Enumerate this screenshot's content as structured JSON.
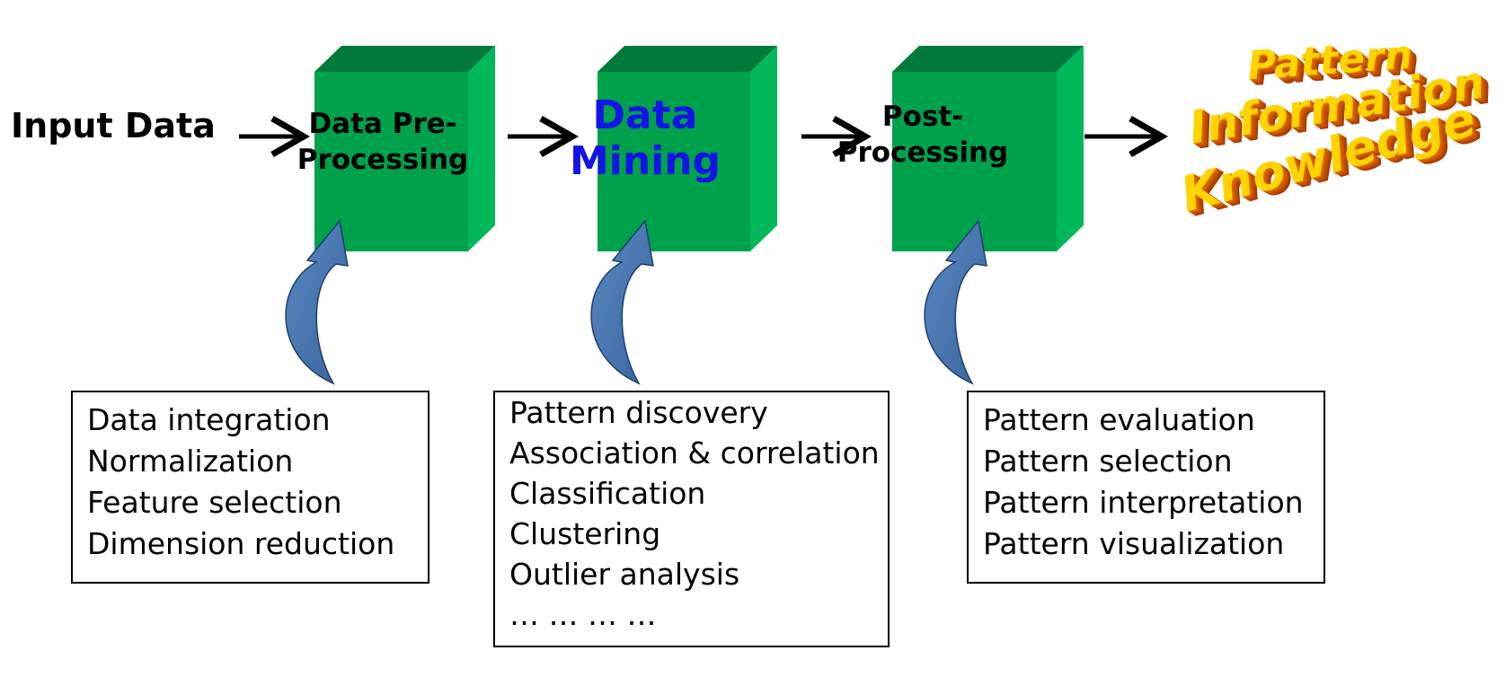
{
  "input_label": "Input Data",
  "blocks": [
    {
      "lines": [
        "Data Pre-",
        "Processing"
      ]
    },
    {
      "lines": [
        "Data",
        "Mining"
      ]
    },
    {
      "lines": [
        "Post-",
        "Processing"
      ]
    }
  ],
  "outcome_lines": [
    "Pattern",
    "Information",
    "Knowledge"
  ],
  "lists": [
    {
      "items": [
        "Data integration",
        "Normalization",
        "Feature selection",
        "Dimension reduction"
      ]
    },
    {
      "items": [
        "Pattern discovery",
        "Association & correlation",
        "Classification",
        "Clustering",
        "Outlier analysis",
        "… … … …"
      ]
    },
    {
      "items": [
        "Pattern evaluation",
        "Pattern selection",
        "Pattern interpretation",
        "Pattern visualization"
      ]
    }
  ],
  "colors": {
    "block_front": "#00a14b",
    "block_top": "#007a3a",
    "block_side": "#00b85a",
    "mining_text": "#1414e6",
    "curve_arrow": "#4a78b0",
    "outcome_text": "#ffd400",
    "outcome_shadow": "#d66000"
  }
}
